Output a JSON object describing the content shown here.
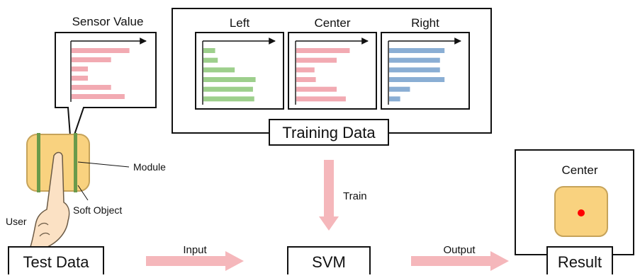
{
  "labels": {
    "sensor_value": "Sensor Value",
    "module": "Module",
    "soft_object": "Soft Object",
    "user": "User",
    "train": "Train",
    "input": "Input",
    "output": "Output",
    "result_center": "Center"
  },
  "boxes": {
    "training_data": "Training Data",
    "test_data": "Test Data",
    "svm": "SVM",
    "result": "Result"
  },
  "training_charts": [
    {
      "title": "Left",
      "color": "#9dcf8c",
      "values": [
        0.18,
        0.22,
        0.48,
        0.8,
        0.76,
        0.78
      ]
    },
    {
      "title": "Center",
      "color": "#f2aab2",
      "values": [
        0.82,
        0.62,
        0.28,
        0.3,
        0.62,
        0.76
      ]
    },
    {
      "title": "Right",
      "color": "#8aaed4",
      "values": [
        0.85,
        0.78,
        0.78,
        0.85,
        0.32,
        0.17
      ]
    }
  ],
  "sensor_chart": {
    "color": "#f2aab2",
    "values": [
      0.85,
      0.58,
      0.24,
      0.24,
      0.58,
      0.78
    ]
  },
  "colors": {
    "arrow_pink": "#f5b7bb",
    "object_fill": "#f9d27f",
    "object_stroke": "#c6a35a",
    "module_green": "#6a9a4a",
    "result_dot": "#ff0000",
    "finger_fill": "#fbe1c4"
  }
}
